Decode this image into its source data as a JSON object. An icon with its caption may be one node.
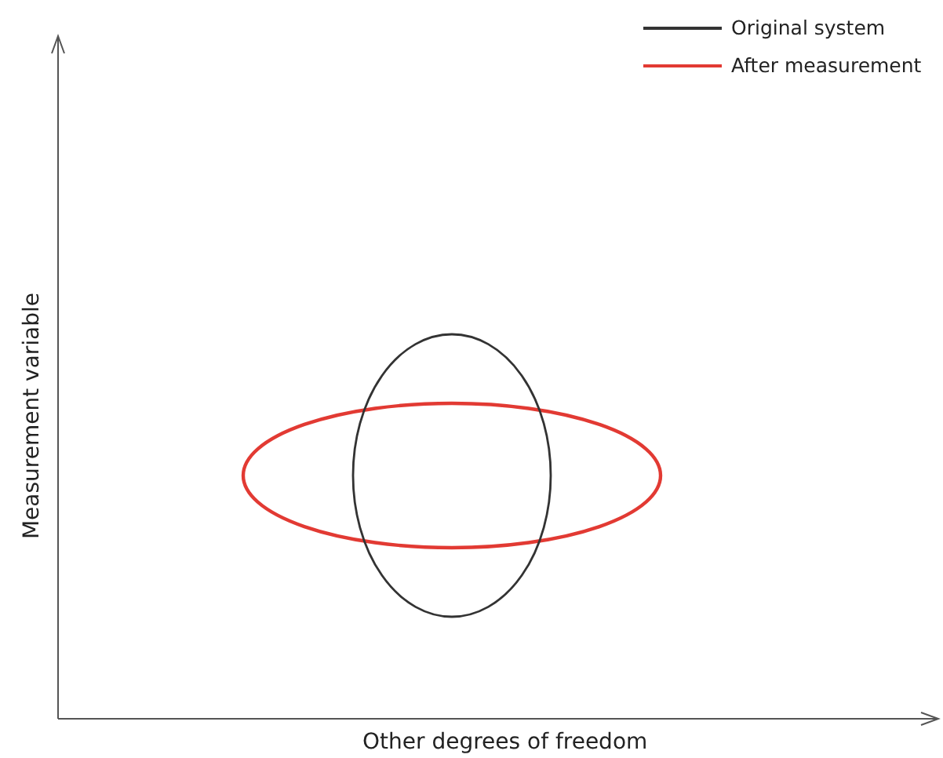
{
  "diagram": {
    "labels": [
      "Measurement variable",
      "Other degrees of freedom"
    ],
    "legend": [
      {
        "text": "Original system"
      },
      {
        "text": "After measurement"
      }
    ]
  }
}
